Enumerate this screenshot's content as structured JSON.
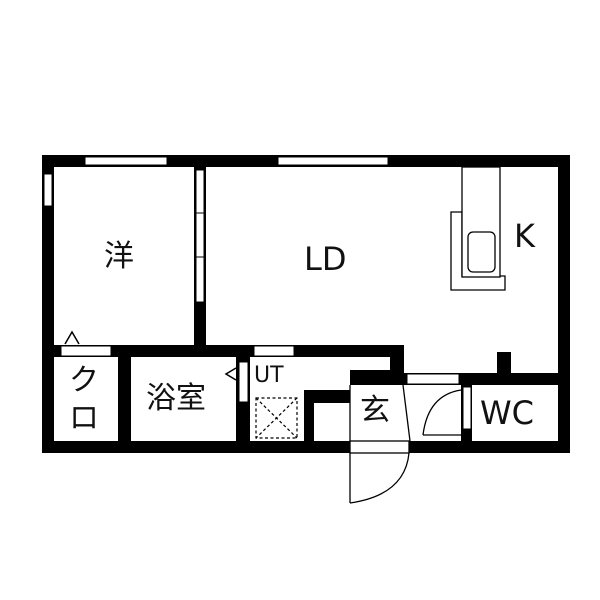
{
  "floor_plan": {
    "rooms": {
      "western_room": {
        "label": "洋"
      },
      "living_dining": {
        "label": "LD"
      },
      "kitchen": {
        "label": "K"
      },
      "closet": {
        "label": "クロ"
      },
      "bathroom": {
        "label": "浴室"
      },
      "utility": {
        "label": "UT"
      },
      "entrance": {
        "label": "玄"
      },
      "toilet": {
        "label": "WC"
      }
    },
    "colors": {
      "wall": "#000000",
      "background": "#ffffff",
      "line": "#111111"
    }
  }
}
